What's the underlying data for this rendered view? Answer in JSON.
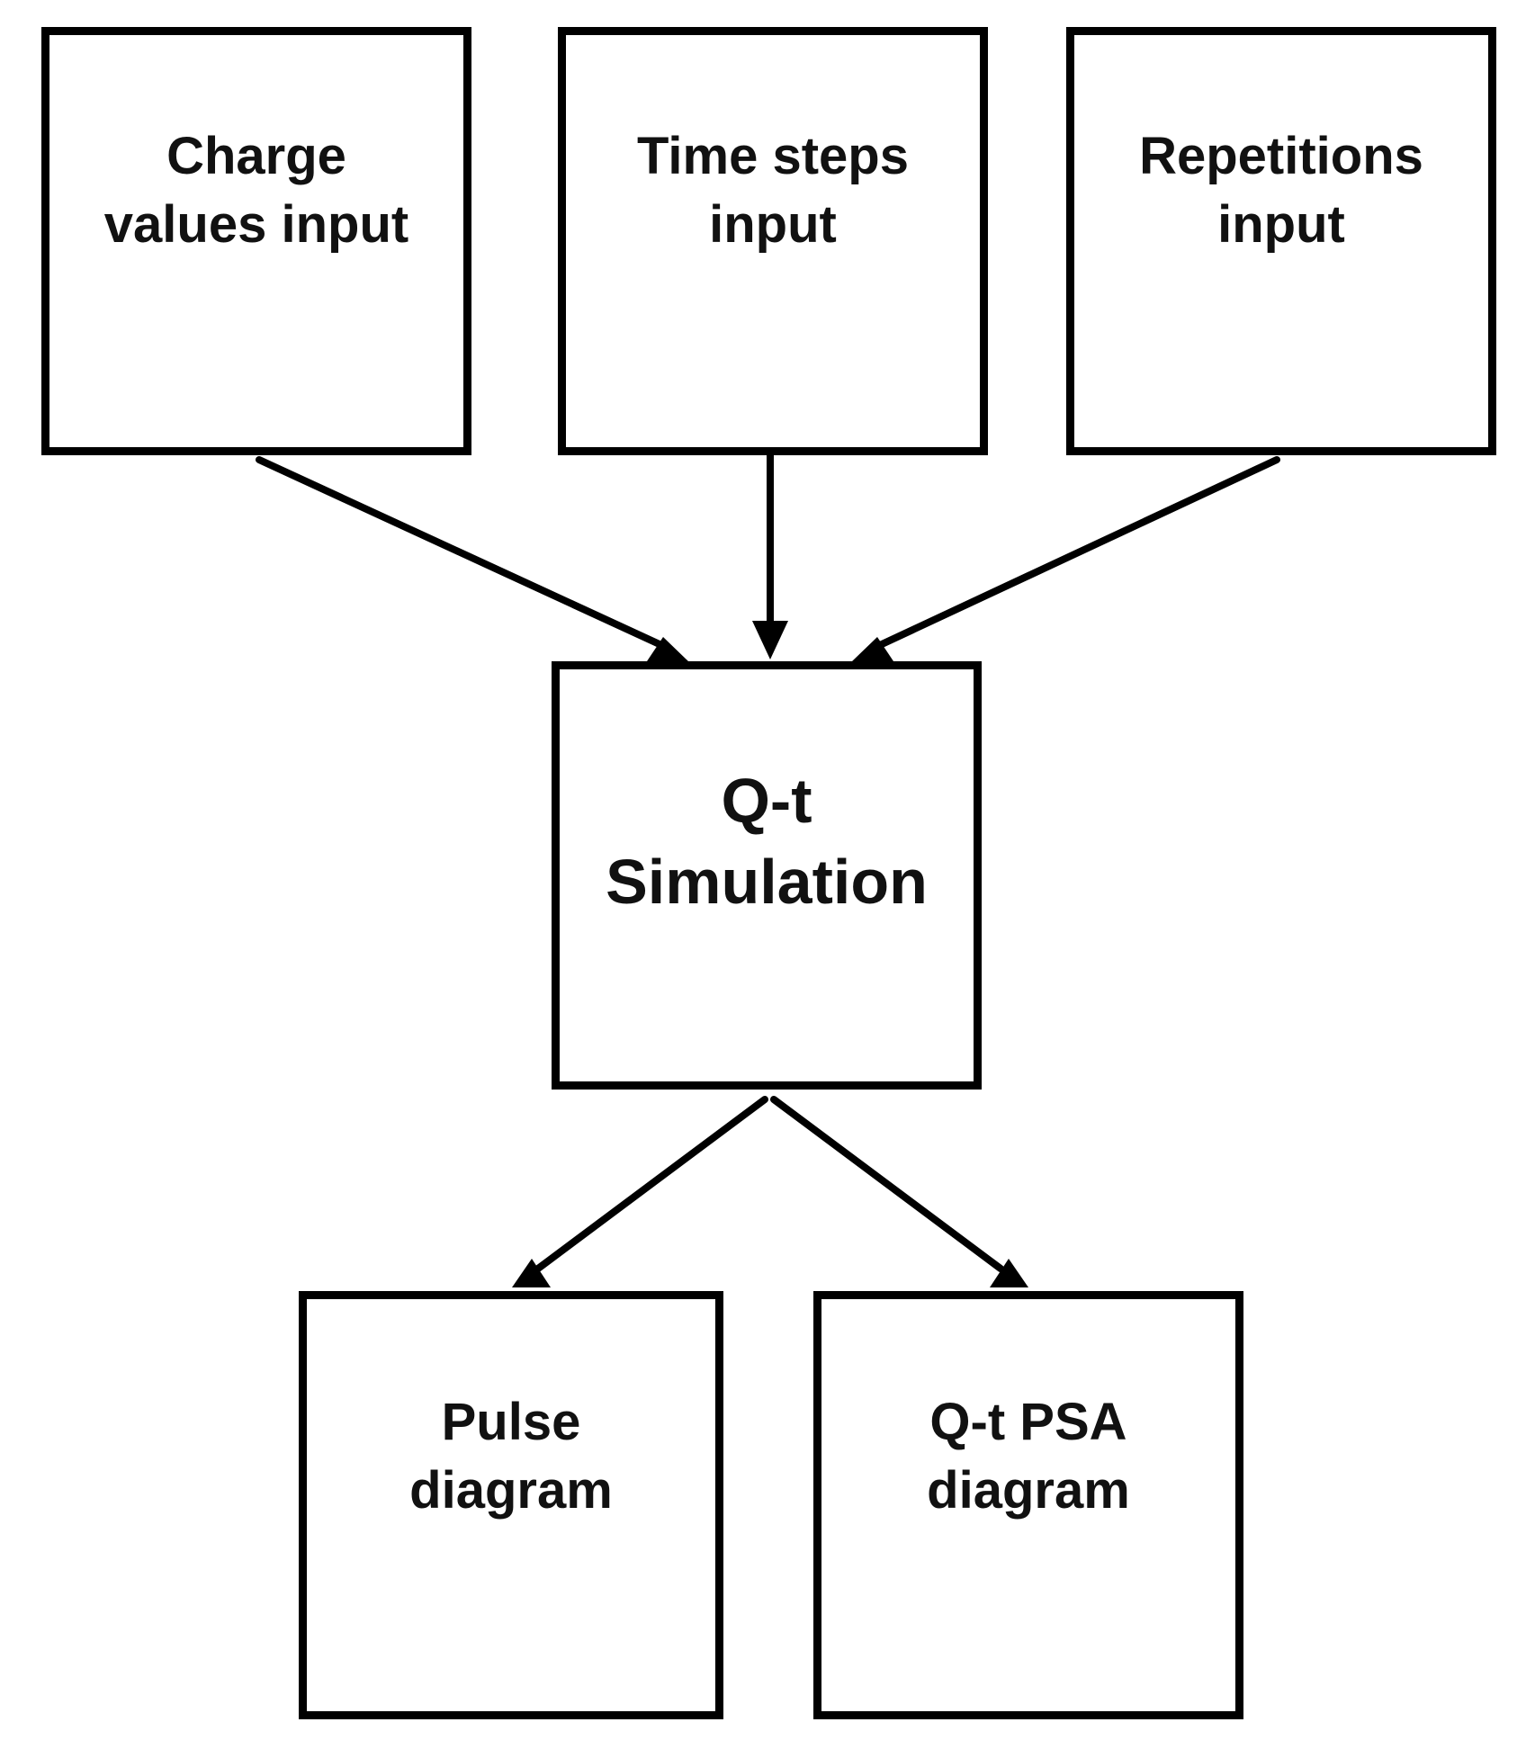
{
  "nodes": {
    "charge_values_input": "Charge\nvalues input",
    "time_steps_input": "Time steps\ninput",
    "repetitions_input": "Repetitions\ninput",
    "qt_simulation": "Q-t\nSimulation",
    "pulse_diagram": "Pulse\ndiagram",
    "qt_psa_diagram": "Q-t PSA\ndiagram"
  },
  "edges": [
    {
      "from": "charge_values_input",
      "to": "qt_simulation"
    },
    {
      "from": "time_steps_input",
      "to": "qt_simulation"
    },
    {
      "from": "repetitions_input",
      "to": "qt_simulation"
    },
    {
      "from": "qt_simulation",
      "to": "pulse_diagram"
    },
    {
      "from": "qt_simulation",
      "to": "qt_psa_diagram"
    }
  ],
  "colors": {
    "stroke": "#000000",
    "background": "#ffffff",
    "text": "#111111"
  }
}
